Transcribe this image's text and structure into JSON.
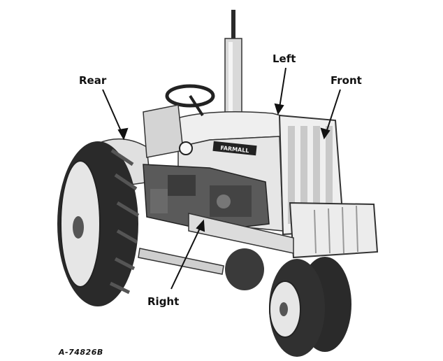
{
  "labels": {
    "rear": "Rear",
    "left": "Left",
    "front": "Front",
    "right": "Right"
  },
  "hood_badge": "FARMALL",
  "figure_id": "A-74826B",
  "colors": {
    "ink": "#111111",
    "body": "#e9e9e9",
    "tire": "#2a2a2a",
    "shadow": "#8a8a8a",
    "background": "#ffffff"
  }
}
